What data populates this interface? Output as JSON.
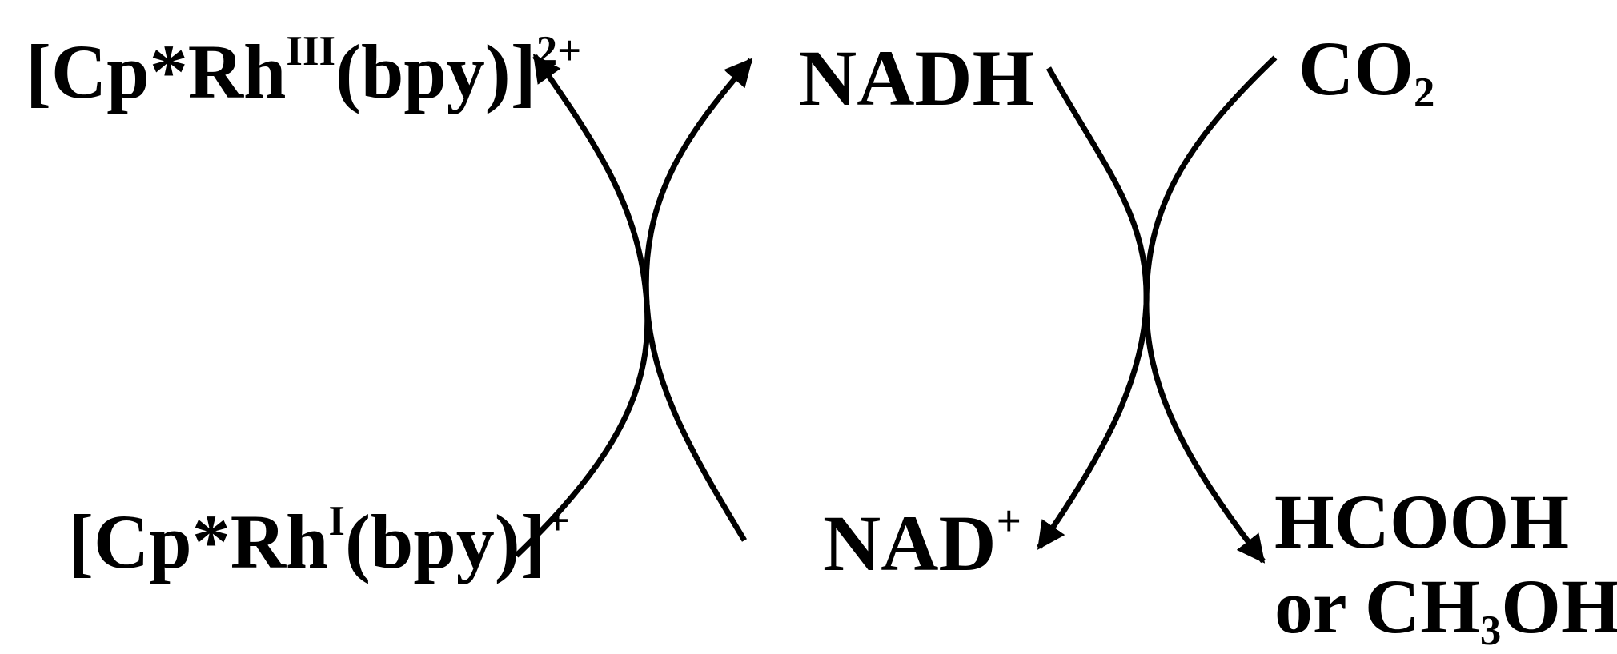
{
  "labels": {
    "rh3": {
      "main1": "[Cp*Rh",
      "ox": "III",
      "main2": "(bpy)]",
      "charge": "2+"
    },
    "rh1": {
      "main1": "[Cp*Rh",
      "ox": "I",
      "main2": "(bpy)]",
      "charge": "+"
    },
    "nadh": "NADH",
    "nad": {
      "main": "NAD",
      "charge": "+"
    },
    "co2": {
      "main": "CO",
      "sub": "2"
    },
    "products": {
      "line1": "HCOOH",
      "line2_pre": "or CH",
      "line2_sub": "3",
      "line2_post": "OH"
    }
  },
  "colors": {
    "ink": "#000000",
    "background": "#ffffff"
  }
}
